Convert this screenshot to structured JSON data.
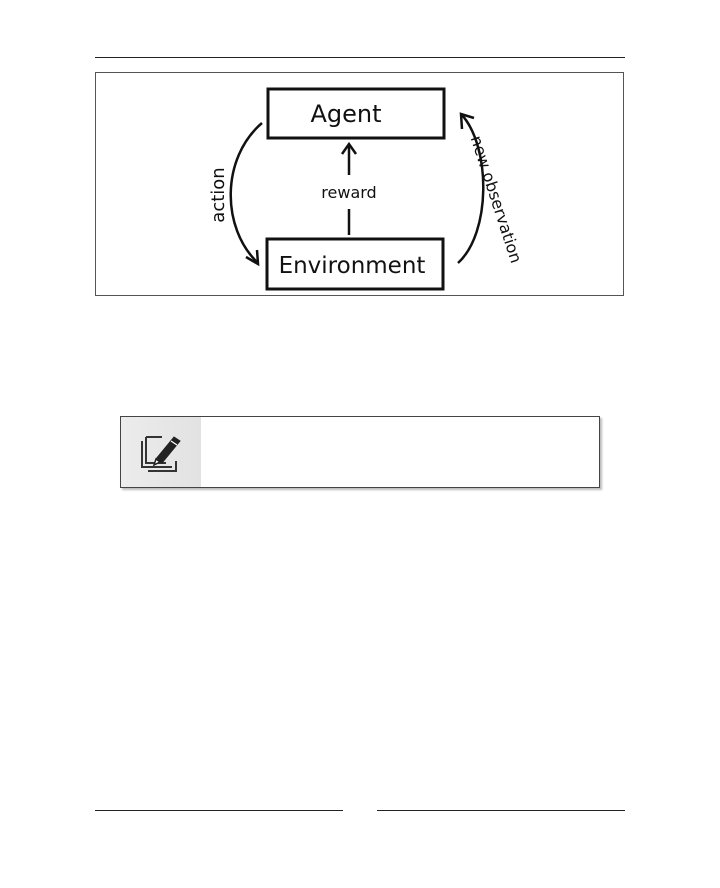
{
  "diagram": {
    "agent_label": "Agent",
    "environment_label": "Environment",
    "reward_label": "reward",
    "action_label": "action",
    "observation_label": "new observation"
  },
  "note": {
    "icon": "pen-paper-icon"
  }
}
